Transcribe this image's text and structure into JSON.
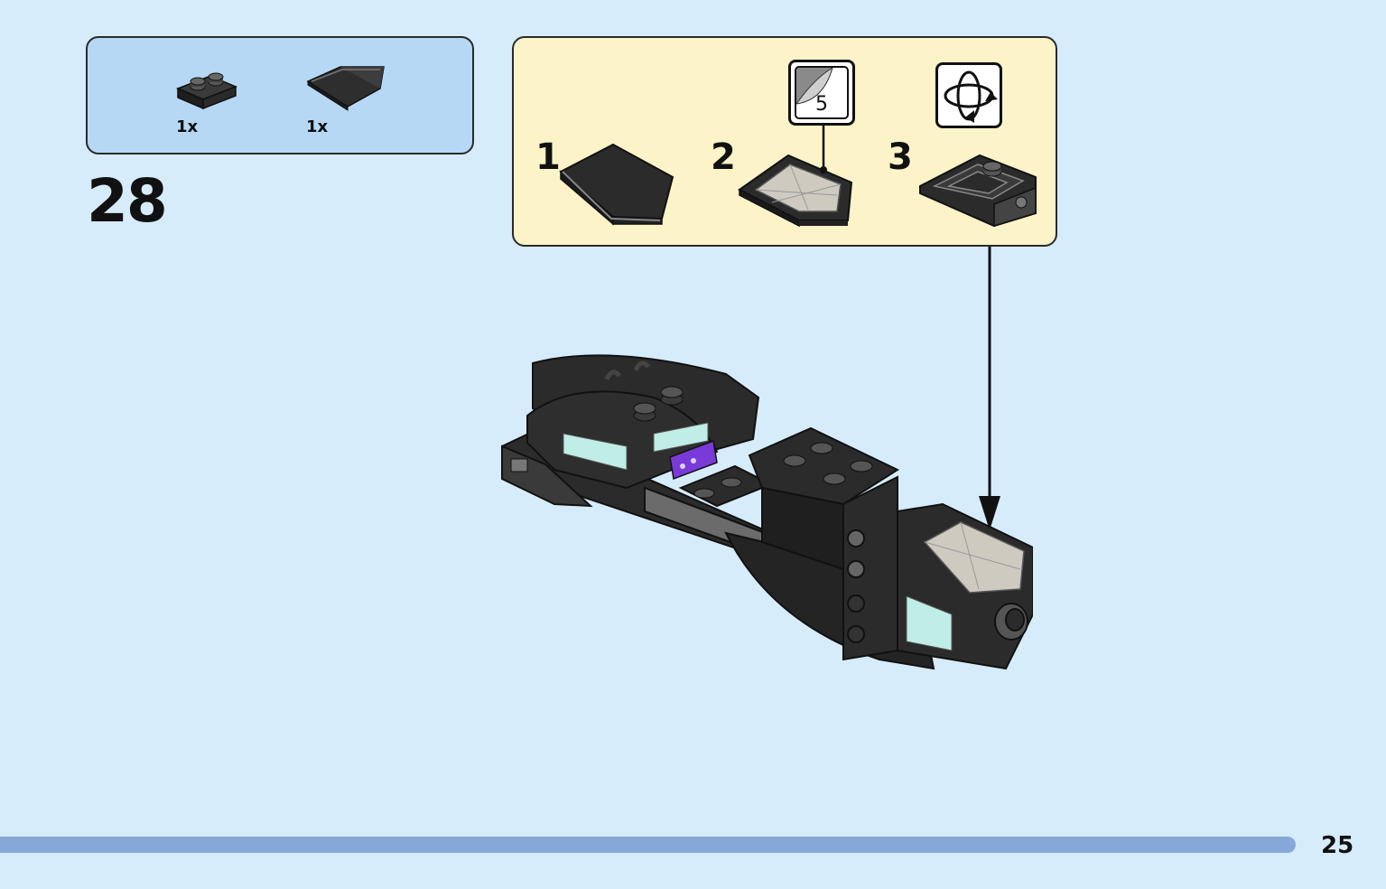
{
  "parts_list": {
    "items": [
      {
        "name": "plate-1x2",
        "quantity": "1x",
        "color": "#2b2b2b"
      },
      {
        "name": "wedge-tile",
        "quantity": "1x",
        "color": "#2b2b2b"
      }
    ]
  },
  "step": {
    "number": "28"
  },
  "sub_steps": [
    {
      "number": "1"
    },
    {
      "number": "2",
      "callout": {
        "type": "sticker",
        "sticker_number": "5"
      }
    },
    {
      "number": "3",
      "callout": {
        "type": "rotate",
        "icon": "rotate-icon"
      }
    }
  ],
  "page": {
    "number": "25"
  },
  "colors": {
    "background": "#d6ecfb",
    "parts_box": "#b6d8f5",
    "sub_assembly_box": "#fdf3c8",
    "footer_bar": "#86a8d8",
    "brick_dark": "#2b2b2b",
    "brick_grey": "#6b6b6b",
    "trans_clear": "#bfeee6",
    "screen_purple": "#7a3ad8"
  }
}
